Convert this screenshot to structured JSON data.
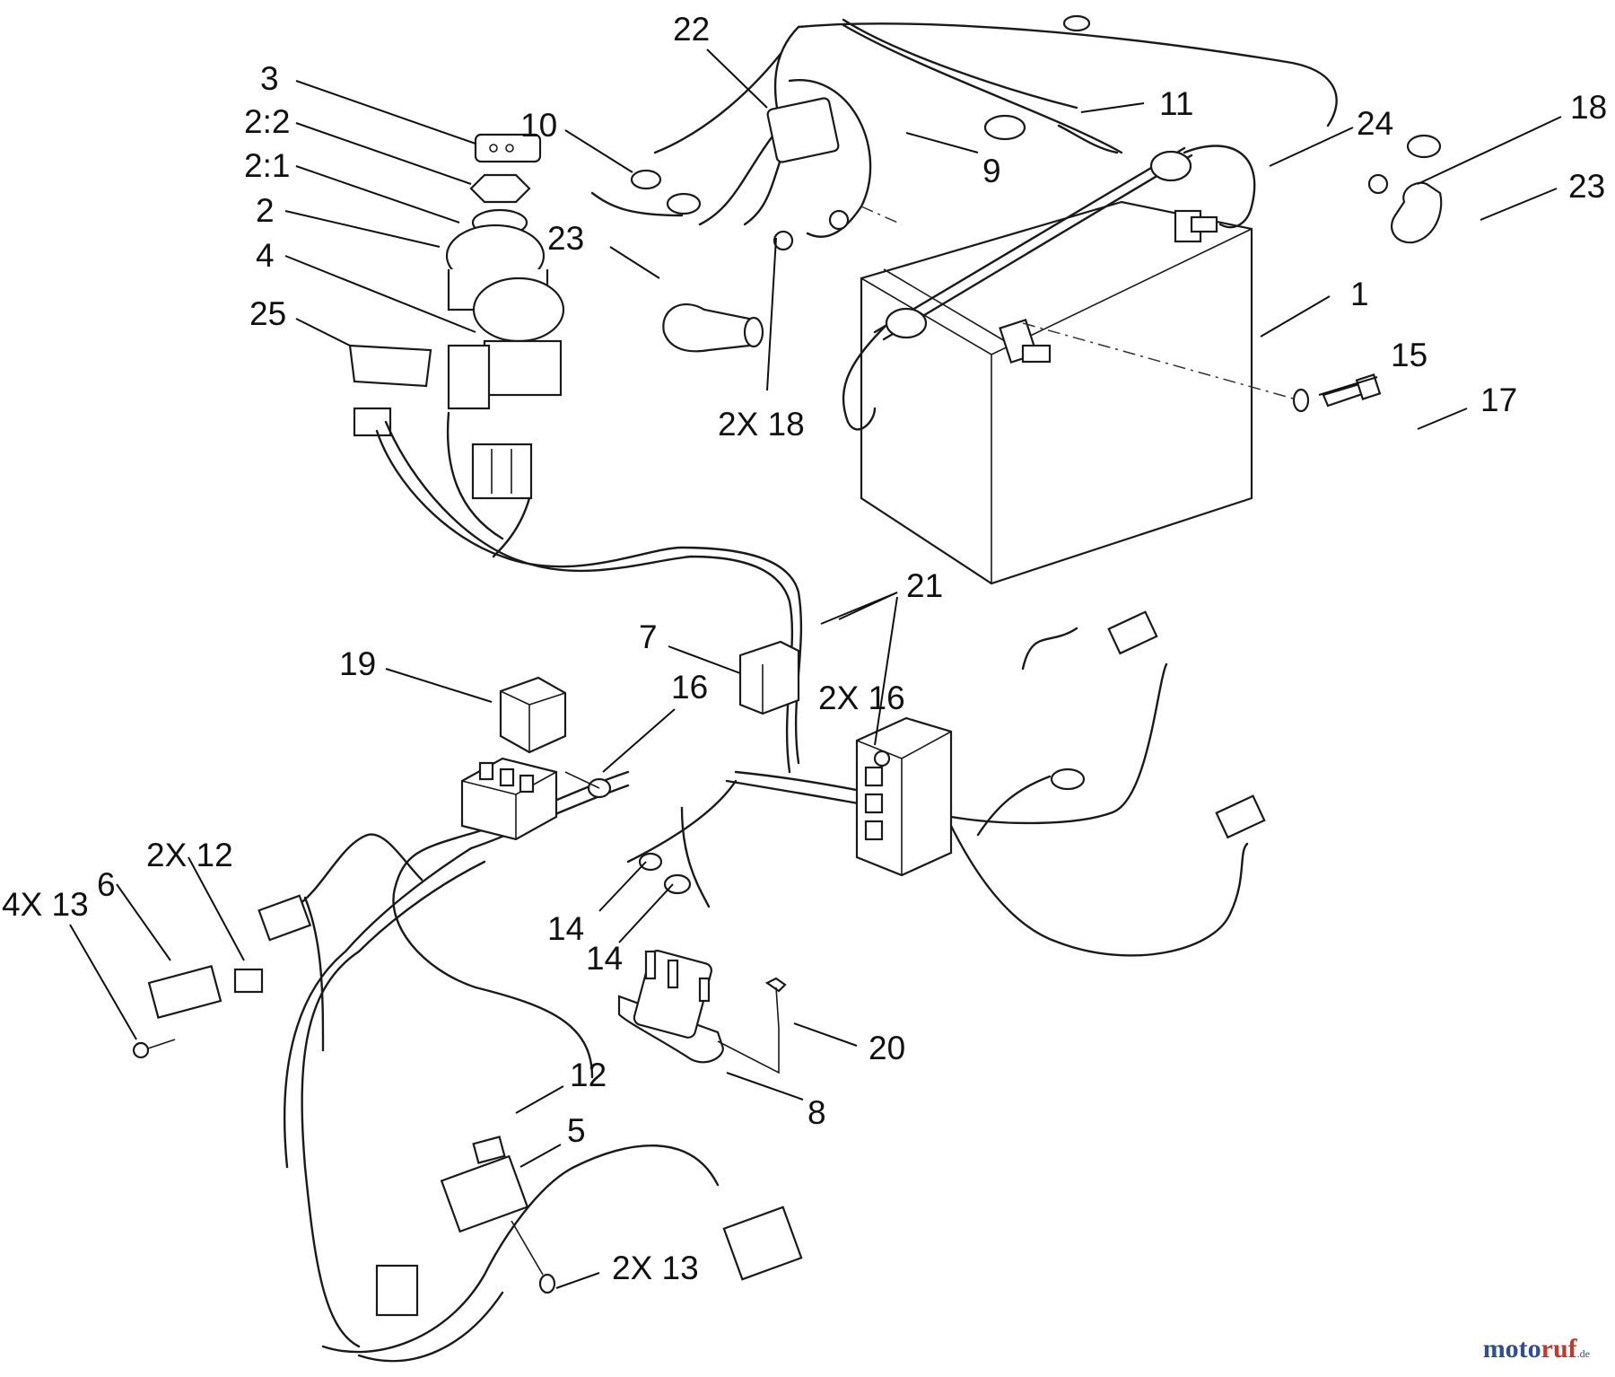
{
  "callouts": [
    {
      "id": "c1",
      "text": "1"
    },
    {
      "id": "c2",
      "text": "2"
    },
    {
      "id": "c2-1",
      "text": "2:1"
    },
    {
      "id": "c2-2",
      "text": "2:2"
    },
    {
      "id": "c3",
      "text": "3"
    },
    {
      "id": "c4",
      "text": "4"
    },
    {
      "id": "c5",
      "text": "5"
    },
    {
      "id": "c6",
      "text": "6"
    },
    {
      "id": "c7",
      "text": "7"
    },
    {
      "id": "c8",
      "text": "8"
    },
    {
      "id": "c9",
      "text": "9"
    },
    {
      "id": "c10",
      "text": "10"
    },
    {
      "id": "c11",
      "text": "11"
    },
    {
      "id": "c12",
      "text": "12"
    },
    {
      "id": "c2x12",
      "text": "2X 12"
    },
    {
      "id": "c2x13",
      "text": "2X 13"
    },
    {
      "id": "c4x13",
      "text": "4X 13"
    },
    {
      "id": "c14a",
      "text": "14"
    },
    {
      "id": "c14b",
      "text": "14"
    },
    {
      "id": "c15",
      "text": "15"
    },
    {
      "id": "c16",
      "text": "16"
    },
    {
      "id": "c2x16",
      "text": "2X 16"
    },
    {
      "id": "c17",
      "text": "17"
    },
    {
      "id": "c18",
      "text": "18"
    },
    {
      "id": "c2x18",
      "text": "2X 18"
    },
    {
      "id": "c19",
      "text": "19"
    },
    {
      "id": "c20",
      "text": "20"
    },
    {
      "id": "c21",
      "text": "21"
    },
    {
      "id": "c22",
      "text": "22"
    },
    {
      "id": "c23a",
      "text": "23"
    },
    {
      "id": "c23b",
      "text": "23"
    },
    {
      "id": "c24",
      "text": "24"
    },
    {
      "id": "c25",
      "text": "25"
    }
  ],
  "watermark": {
    "part1": "moto",
    "part2": "ruf",
    "part3": ".de"
  }
}
